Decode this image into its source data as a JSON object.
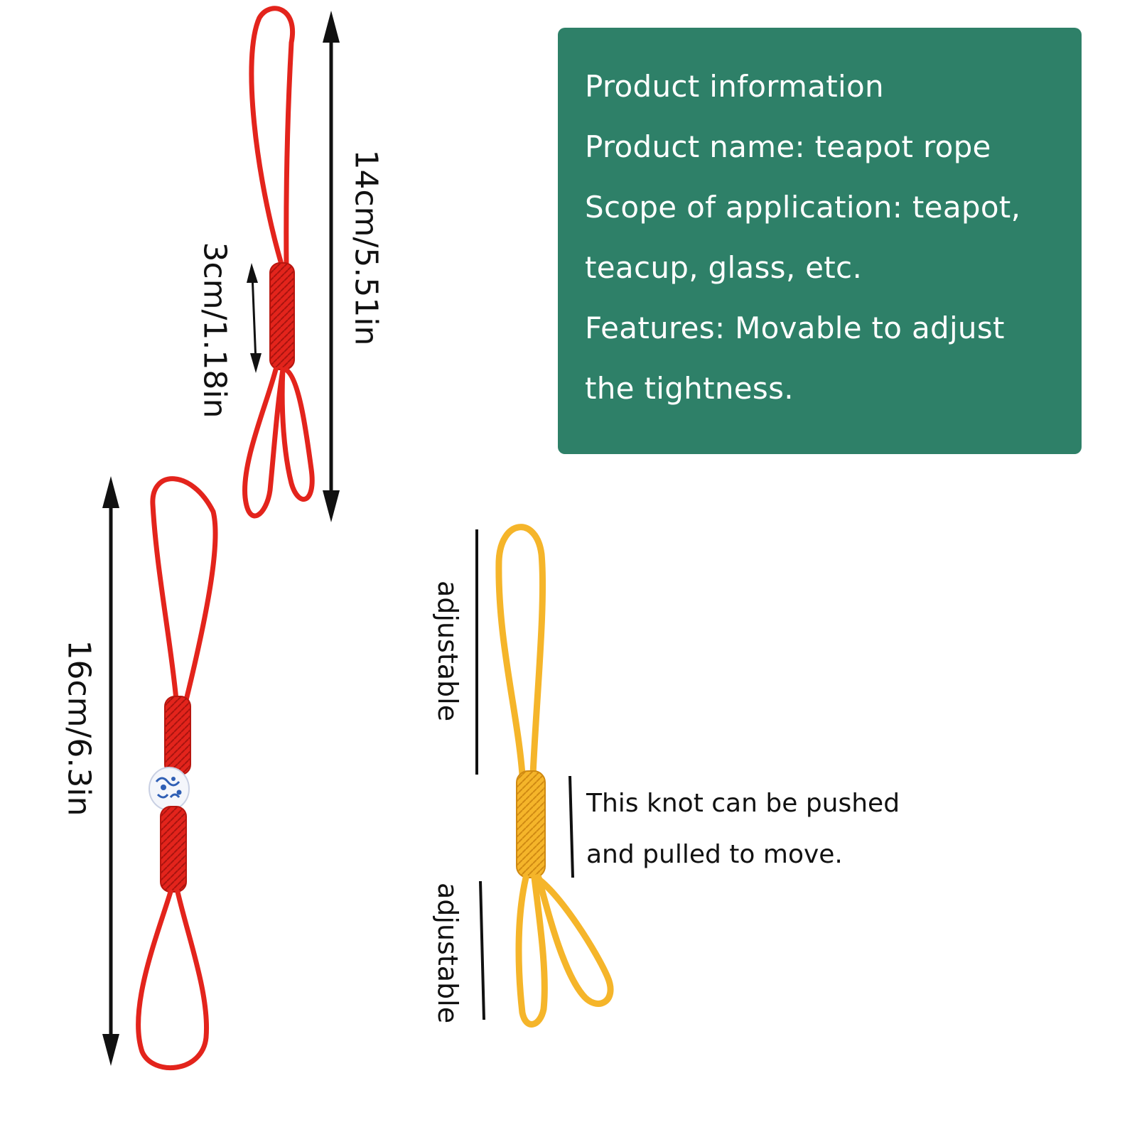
{
  "product_info": {
    "lines": [
      "Product information",
      "Product name: teapot rope",
      "Scope of application: teapot,",
      "teacup, glass, etc.",
      "Features: Movable to adjust",
      "the tightness."
    ],
    "panel_color": "#2e8068",
    "text_color": "#ffffff"
  },
  "dimensions": {
    "total_length_top": "14cm/5.51in",
    "knot_length": "3cm/1.18in",
    "total_length_left": "16cm/6.3in"
  },
  "annotations": {
    "adjustable_upper": "adjustable",
    "adjustable_lower": "adjustable",
    "knot_note_line1": "This knot can be pushed",
    "knot_note_line2": "and pulled to move."
  },
  "colors": {
    "rope_red": "#e3241c",
    "rope_yellow": "#f5b52a",
    "bead_blue": "#2f5fb5",
    "arrow": "#111111"
  }
}
